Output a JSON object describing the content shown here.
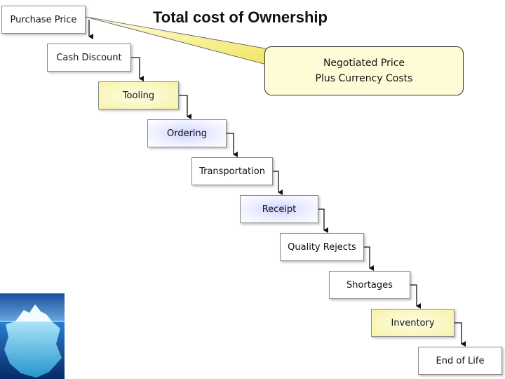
{
  "title": "Total cost of Ownership",
  "callout": {
    "line1": "Negotiated Price",
    "line2": "Plus Currency Costs"
  },
  "steps": [
    "Purchase Price",
    "Cash Discount",
    "Tooling",
    "Ordering",
    "Transportation",
    "Receipt",
    "Quality Rejects",
    "Shortages",
    "Inventory",
    "End of Life"
  ],
  "colors": {
    "callout_fill": "#fffbd6",
    "callout_pointer": "#f4ec6e",
    "step_blue": "#cfd3ff",
    "step_yellow": "#f7f2a8"
  }
}
